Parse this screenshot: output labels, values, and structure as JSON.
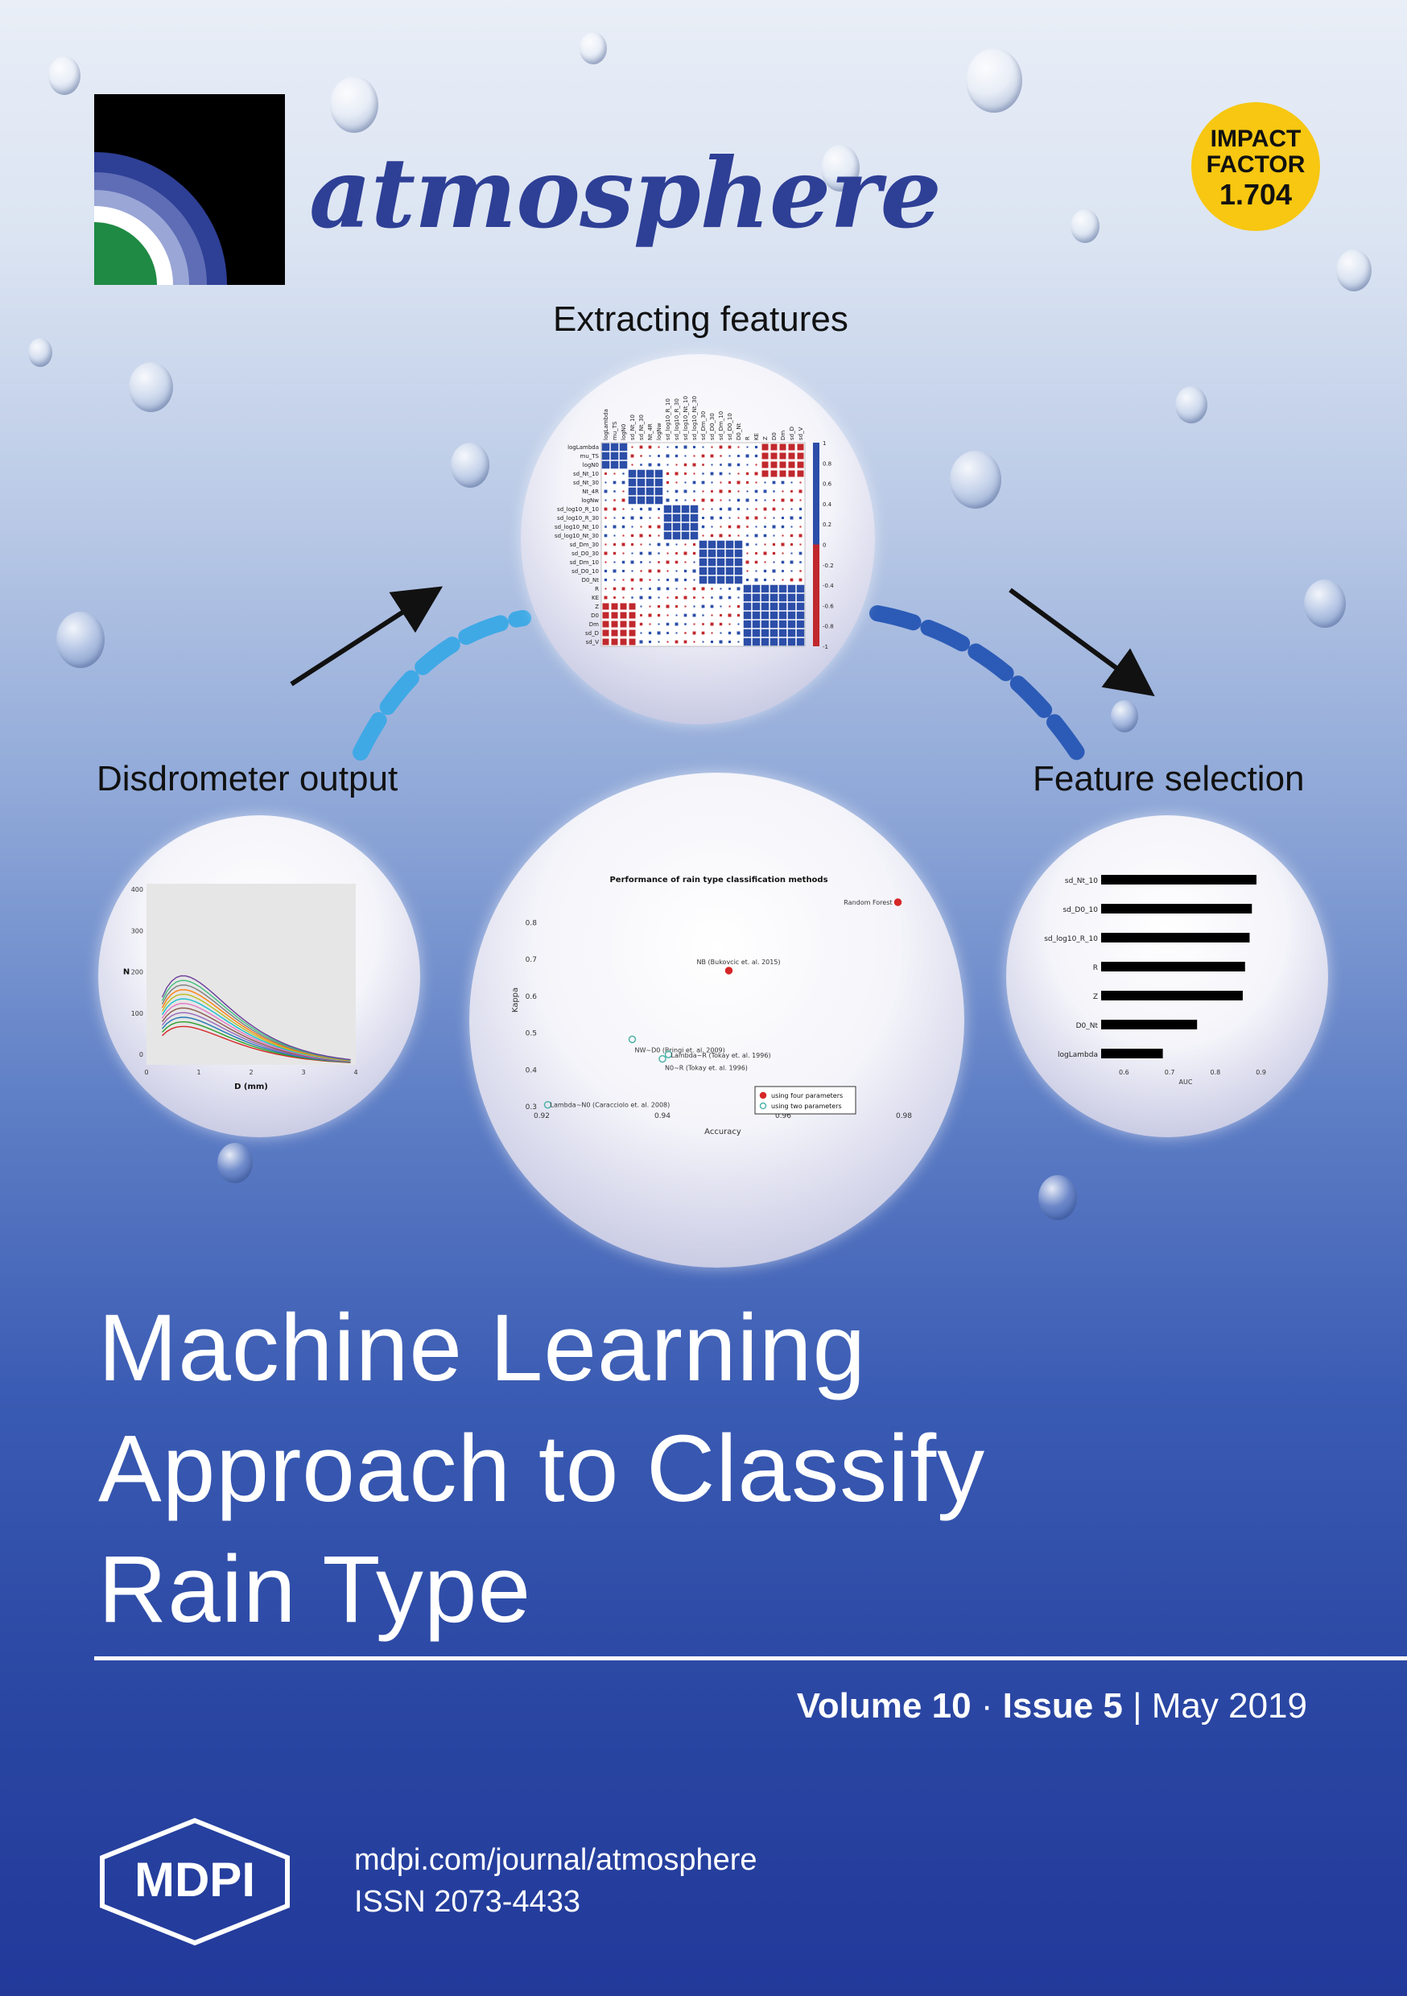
{
  "journal": {
    "name": "atmosphere"
  },
  "impact_factor": {
    "line1": "IMPACT",
    "line2": "FACTOR",
    "value": "1.704",
    "color": "#f7c711"
  },
  "labels": {
    "extracting": "Extracting features",
    "disdrometer": "Disdrometer output",
    "selection": "Feature selection"
  },
  "correlation_plot": {
    "row_labels": [
      "logLambda",
      "mu_TS",
      "logN0",
      "sd_Nt_10",
      "sd_Nt_30",
      "Nt_4R",
      "logNw",
      "sd_log10_R_10",
      "sd_log10_R_30",
      "sd_log10_Nt_10",
      "sd_log10_Nt_30",
      "sd_Dm_30",
      "sd_D0_30",
      "sd_Dm_10",
      "sd_D0_10",
      "D0_Nt",
      "R",
      "KE",
      "Z",
      "D0",
      "Dm",
      "sd_D",
      "sd_V"
    ],
    "scale_ticks": [
      "1",
      "0.8",
      "0.6",
      "0.4",
      "0.2",
      "0",
      "-0.2",
      "-0.4",
      "-0.6",
      "-0.8",
      "-1"
    ]
  },
  "dsd_plot": {
    "xlabel": "D (mm)",
    "ylabel": "N",
    "xticks": [
      "0",
      "1",
      "2",
      "3",
      "4"
    ],
    "yticks": [
      "400",
      "300",
      "200",
      "100",
      "0"
    ]
  },
  "chart_data": [
    {
      "type": "scatter",
      "title": "Performance of rain type classification methods",
      "xlabel": "Accuracy",
      "ylabel": "Kappa",
      "xlim": [
        0.92,
        0.98
      ],
      "ylim": [
        0.3,
        0.88
      ],
      "xticks": [
        "0.92",
        "0.94",
        "0.96",
        "0.98"
      ],
      "yticks": [
        "0.8",
        "0.7",
        "0.6",
        "0.5",
        "0.4",
        "0.3"
      ],
      "points": [
        {
          "label": "Random Forest",
          "x": 0.979,
          "y": 0.856,
          "group": "four"
        },
        {
          "label": "NB (Bukovcic et. al. 2015)",
          "x": 0.951,
          "y": 0.67,
          "group": "four"
        },
        {
          "label": "NW~D0 (Bringi et. al. 2009)",
          "x": 0.935,
          "y": 0.483,
          "group": "two"
        },
        {
          "label": "Lambda~R (Tokay et. al. 1996)",
          "x": 0.941,
          "y": 0.442,
          "group": "two"
        },
        {
          "label": "N0~R (Tokay et. al. 1996)",
          "x": 0.94,
          "y": 0.43,
          "group": "two"
        },
        {
          "label": "Lambda~N0 (Caracciolo et. al. 2008)",
          "x": 0.921,
          "y": 0.305,
          "group": "two"
        }
      ],
      "legend": [
        {
          "label": "using four parameters",
          "color": "#d62728"
        },
        {
          "label": "using two parameters",
          "color": "#4fb3a9"
        }
      ],
      "legend_position": "bottom-right"
    },
    {
      "type": "bar",
      "orientation": "horizontal",
      "xlabel": "AUC",
      "xlim": [
        0.55,
        0.92
      ],
      "xticks": [
        "0.6",
        "0.7",
        "0.8",
        "0.9"
      ],
      "categories": [
        "sd_Nt_10",
        "sd_D0_10",
        "sd_log10_R_10",
        "R",
        "Z",
        "D0_Nt",
        "logLambda"
      ],
      "values": [
        0.89,
        0.88,
        0.875,
        0.865,
        0.86,
        0.76,
        0.685
      ]
    }
  ],
  "title": {
    "line1": "Machine Learning",
    "line2": "Approach to Classify",
    "line3": "Rain Type"
  },
  "issue": {
    "volume": "Volume 10",
    "dot": " · ",
    "issue": "Issue 5",
    "sep": " | ",
    "date": "May 2019"
  },
  "publisher": {
    "logo_text": "MDPI",
    "url": "mdpi.com/journal/atmosphere",
    "issn": "ISSN 2073-4433"
  }
}
